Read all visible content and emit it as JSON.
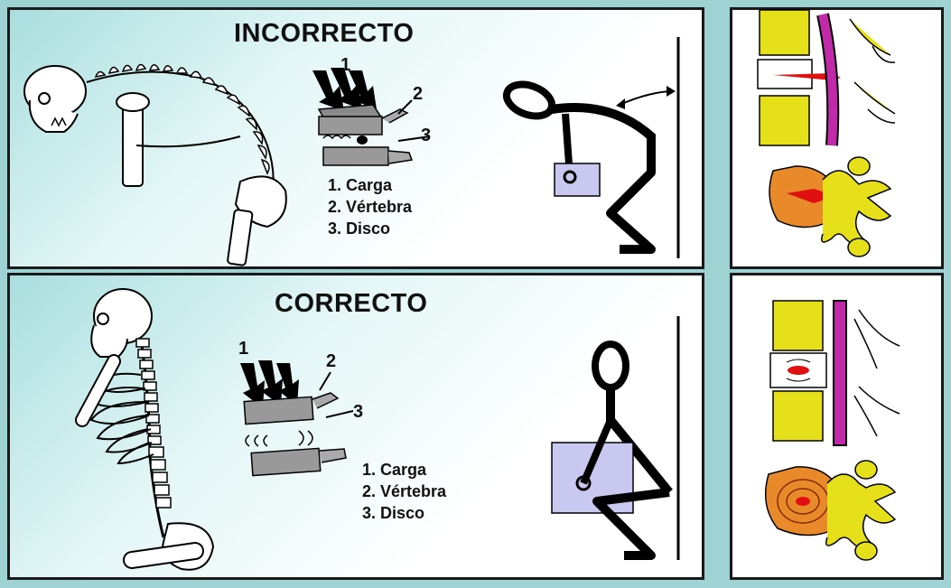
{
  "top_panel": {
    "title": "INCORRECTO",
    "legend": [
      "1. Carga",
      "2. Vértebra",
      "3. Disco"
    ],
    "markers": [
      "1",
      "2",
      "3"
    ]
  },
  "bottom_panel": {
    "title": "CORRECTO",
    "legend": [
      "1. Carga",
      "2. Vértebra",
      "3. Disco"
    ],
    "markers": [
      "1",
      "2",
      "3"
    ]
  },
  "colors": {
    "vertebra_body": "#e6e01a",
    "spinal_cord": "#c02aa8",
    "disc_core": "#e01010",
    "load_box": "#c9c8f0",
    "disc_ring": "#e88a2a"
  }
}
